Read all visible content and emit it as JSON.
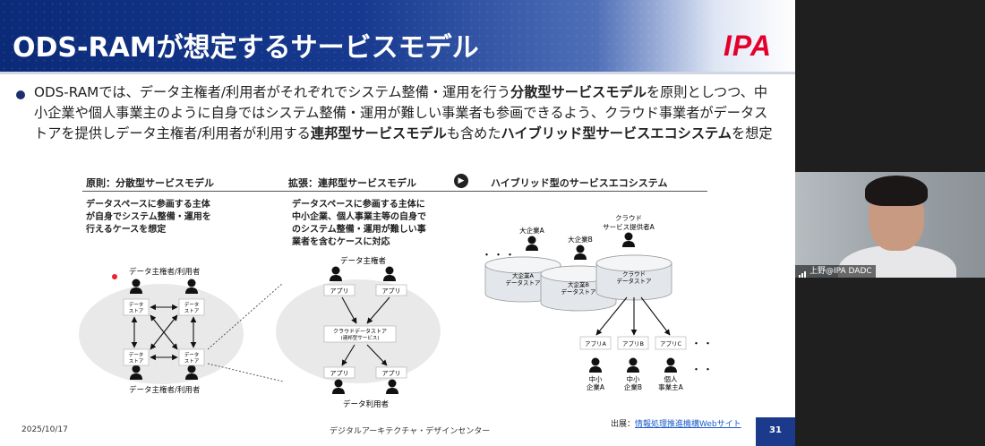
{
  "slide": {
    "title": "ODS-RAMが想定するサービスモデル",
    "logo": "IPA",
    "bullet": {
      "t1": "ODS-RAMでは、データ主権者/利用者がそれぞれでシステム整備・運用を行う",
      "b1": "分散型サービスモデル",
      "t2": "を原則としつつ、中小企業や個人事業主のように自身ではシステム整備・運用が難しい事業者も参画できるよう、クラウド事業者がデータストアを提供しデータ主権者/利用者が利用する",
      "b2": "連邦型サービスモデル",
      "t3": "も含めた",
      "b3": "ハイブリッド型サービスエコシステム",
      "t4": "を想定"
    },
    "columns": {
      "col1_heading": "原則：分散型サービスモデル",
      "col2_heading": "拡張：連邦型サービスモデル",
      "col3_heading": "ハイブリッド型のサービスエコシステム",
      "col1_desc": "データスペースに参画する主体\nが自身でシステム整備・運用を\n行えるケースを想定",
      "col2_desc": "データスペースに参画する主体に\n中小企業、個人事業主等の自身で\nのシステム整備・運用が難しい事\n業者を含むケースに対応"
    },
    "diagram": {
      "d_top_label": "データ主権者/利用者",
      "d_bottom_label": "データ主権者/利用者",
      "datastore": "データ\nストア",
      "f_top_label": "データ主権者",
      "f_bottom_label": "データ利用者",
      "app": "アプリ",
      "cloud_store": "クラウドデータストア",
      "cloud_store_sub": "(連邦型サービス)",
      "h_corpA": "大企業A",
      "h_corpB": "大企業B",
      "h_cloud_provider_1": "クラウド",
      "h_cloud_provider_2": "サービス提供者A",
      "h_store_A_1": "大企業A",
      "h_store_A_2": "データストア",
      "h_store_B_1": "大企業B",
      "h_store_B_2": "データストア",
      "h_store_C_1": "クラウド",
      "h_store_C_2": "データストア",
      "h_appA": "アプリA",
      "h_appB": "アプリB",
      "h_appC": "アプリC",
      "h_smeA_1": "中小",
      "h_smeA_2": "企業A",
      "h_smeB_1": "中小",
      "h_smeB_2": "企業B",
      "h_indA_1": "個人",
      "h_indA_2": "事業主A",
      "ellipsis": "・・・"
    },
    "footer": {
      "date": "2025/10/17",
      "center": "デジタルアーキテクチャ・デザインセンター",
      "source_label": "出展：",
      "source_link": "情報処理推進機構Webサイト",
      "page": "31"
    }
  },
  "video": {
    "participant_name": "上野@IPA DADC"
  },
  "colors": {
    "header_blue": "#0b2a78",
    "ipa_red": "#e4002b",
    "page_box": "#1b3a8c",
    "link": "#1a5cc8"
  }
}
